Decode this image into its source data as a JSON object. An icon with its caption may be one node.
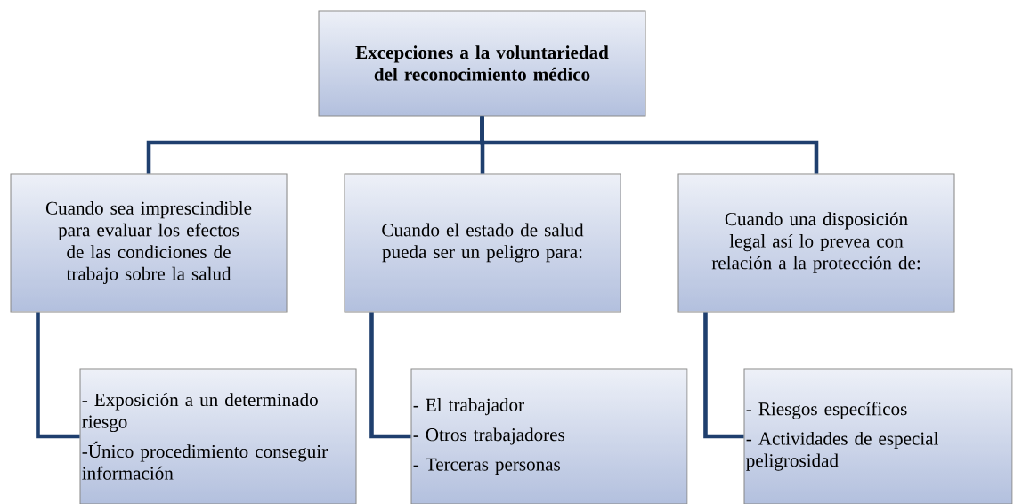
{
  "diagram": {
    "nodes": [
      {
        "text": [
          "Excepciones a la voluntariedad del reconocimiento médico"
        ]
      },
      {
        "text": [
          "Cuando sea imprescindible para evaluar los efectos de las condiciones de trabajo sobre la salud"
        ]
      },
      {
        "text": [
          "Cuando el estado de salud pueda ser un peligro para:"
        ]
      },
      {
        "text": [
          "Cuando una disposición legal así lo prevea con relación a la protección de:"
        ]
      },
      {
        "text": [
          "- Exposición a un determinado riesgo",
          "-Único procedimiento conseguir información"
        ]
      },
      {
        "text": [
          "- El trabajador",
          "- Otros trabajadores",
          "- Terceras personas"
        ]
      },
      {
        "text": [
          "- Riesgos específicos",
          "- Actividades de especial peligrosidad"
        ]
      }
    ],
    "edges": [
      {
        "from": 0,
        "to": 1,
        "arrow": "none"
      },
      {
        "from": 0,
        "to": 2,
        "arrow": "none"
      },
      {
        "from": 0,
        "to": 3,
        "arrow": "none"
      },
      {
        "from": 1,
        "to": 4,
        "arrow": "none"
      },
      {
        "from": 2,
        "to": 5,
        "arrow": "none"
      },
      {
        "from": 3,
        "to": 6,
        "arrow": "none"
      }
    ]
  }
}
